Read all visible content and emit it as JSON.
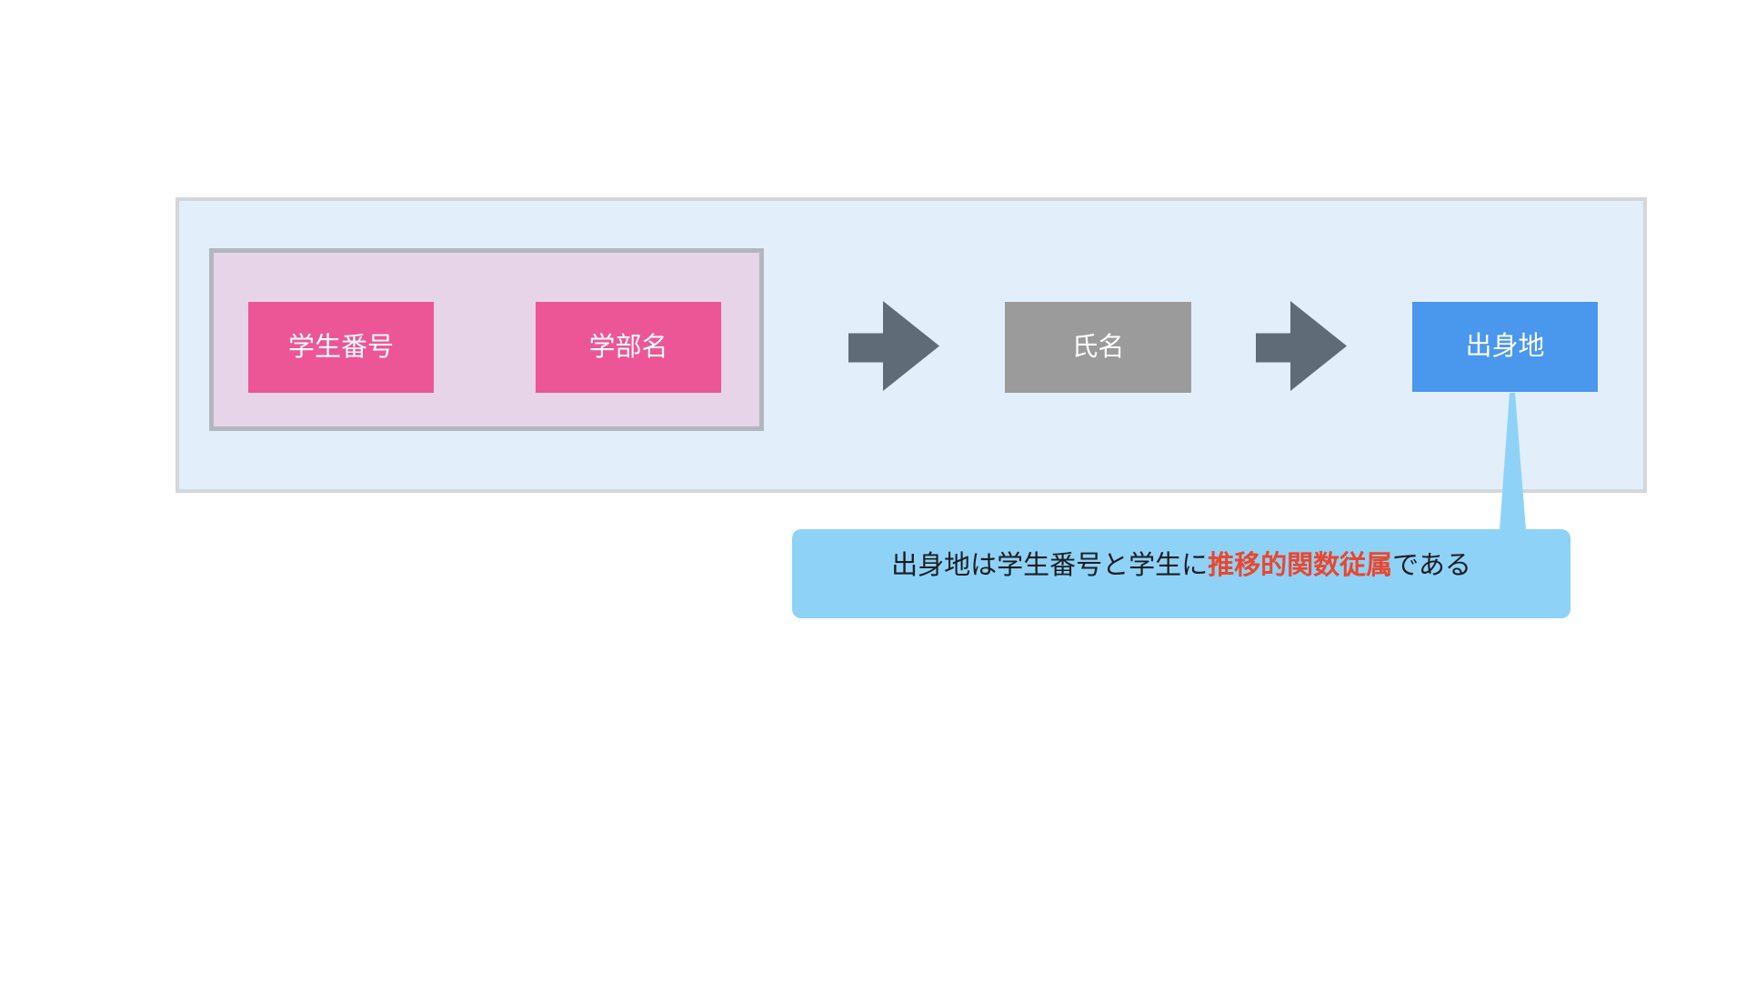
{
  "colors": {
    "page_bg": "#ffffff",
    "relation_fill": "#e3eefb",
    "relation_border": "#d5d6d9",
    "key_group_fill": "#e7d4e9",
    "key_group_border": "#b2b6bf",
    "key_attr_fill": "#ec5697",
    "plain_attr_fill": "#9b9b9b",
    "dependent_attr_fill": "#4a97ee",
    "attr_text": "#ffffff",
    "arrow_fill": "#5f6b76",
    "callout_fill": "#8ed2f8",
    "callout_text": "#1c1c1e",
    "callout_highlight": "#e9472e"
  },
  "diagram": {
    "key_group": {
      "attributes": [
        {
          "label": "学生番号"
        },
        {
          "label": "学部名"
        }
      ]
    },
    "chain": {
      "middle_attribute": {
        "label": "氏名"
      },
      "end_attribute": {
        "label": "出身地"
      }
    },
    "callout": {
      "text_before": "出身地は学生番号と学生に",
      "highlight": "推移的関数従属",
      "text_after": "である"
    }
  }
}
